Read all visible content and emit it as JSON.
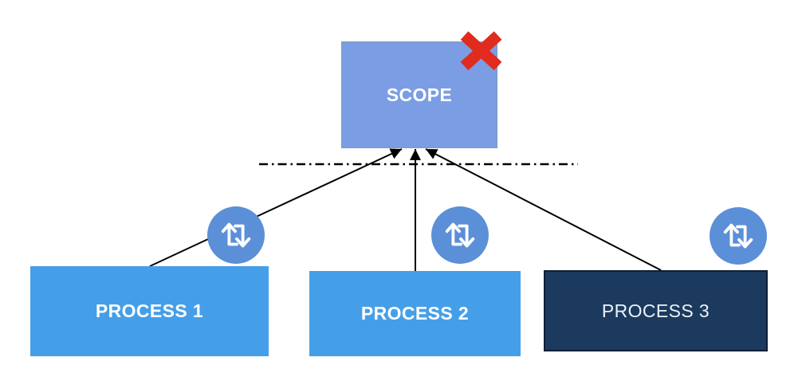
{
  "diagram": {
    "title_semantics": "Processes out of scope",
    "scope": {
      "label": "SCOPE",
      "status_marker": "red-cross",
      "fill": "#7B9DE3"
    },
    "processes": [
      {
        "label": "PROCESS 1",
        "fill": "#459FE8"
      },
      {
        "label": "PROCESS 2",
        "fill": "#459FE8"
      },
      {
        "label": "PROCESS 3",
        "fill": "#1B3A5E"
      }
    ],
    "connections": [
      {
        "from": "PROCESS 1",
        "to": "SCOPE",
        "style": "solid-arrow"
      },
      {
        "from": "PROCESS 2",
        "to": "SCOPE",
        "style": "solid-arrow"
      },
      {
        "from": "PROCESS 3",
        "to": "SCOPE",
        "style": "solid-arrow"
      }
    ],
    "boundary_line": {
      "style": "dash-dot",
      "color": "#000000"
    },
    "icons": {
      "repeat_icon": "repeat-loop-arrows",
      "cross_icon": "red-x-mark"
    },
    "colors": {
      "scope_fill": "#7B9DE3",
      "process_fill": "#459FE8",
      "process3_fill": "#1B3A5E",
      "circle_fill": "#5B8FD8",
      "cross_red": "#E02B1E",
      "line_black": "#000000",
      "label_text": "#FFFFFF"
    }
  }
}
